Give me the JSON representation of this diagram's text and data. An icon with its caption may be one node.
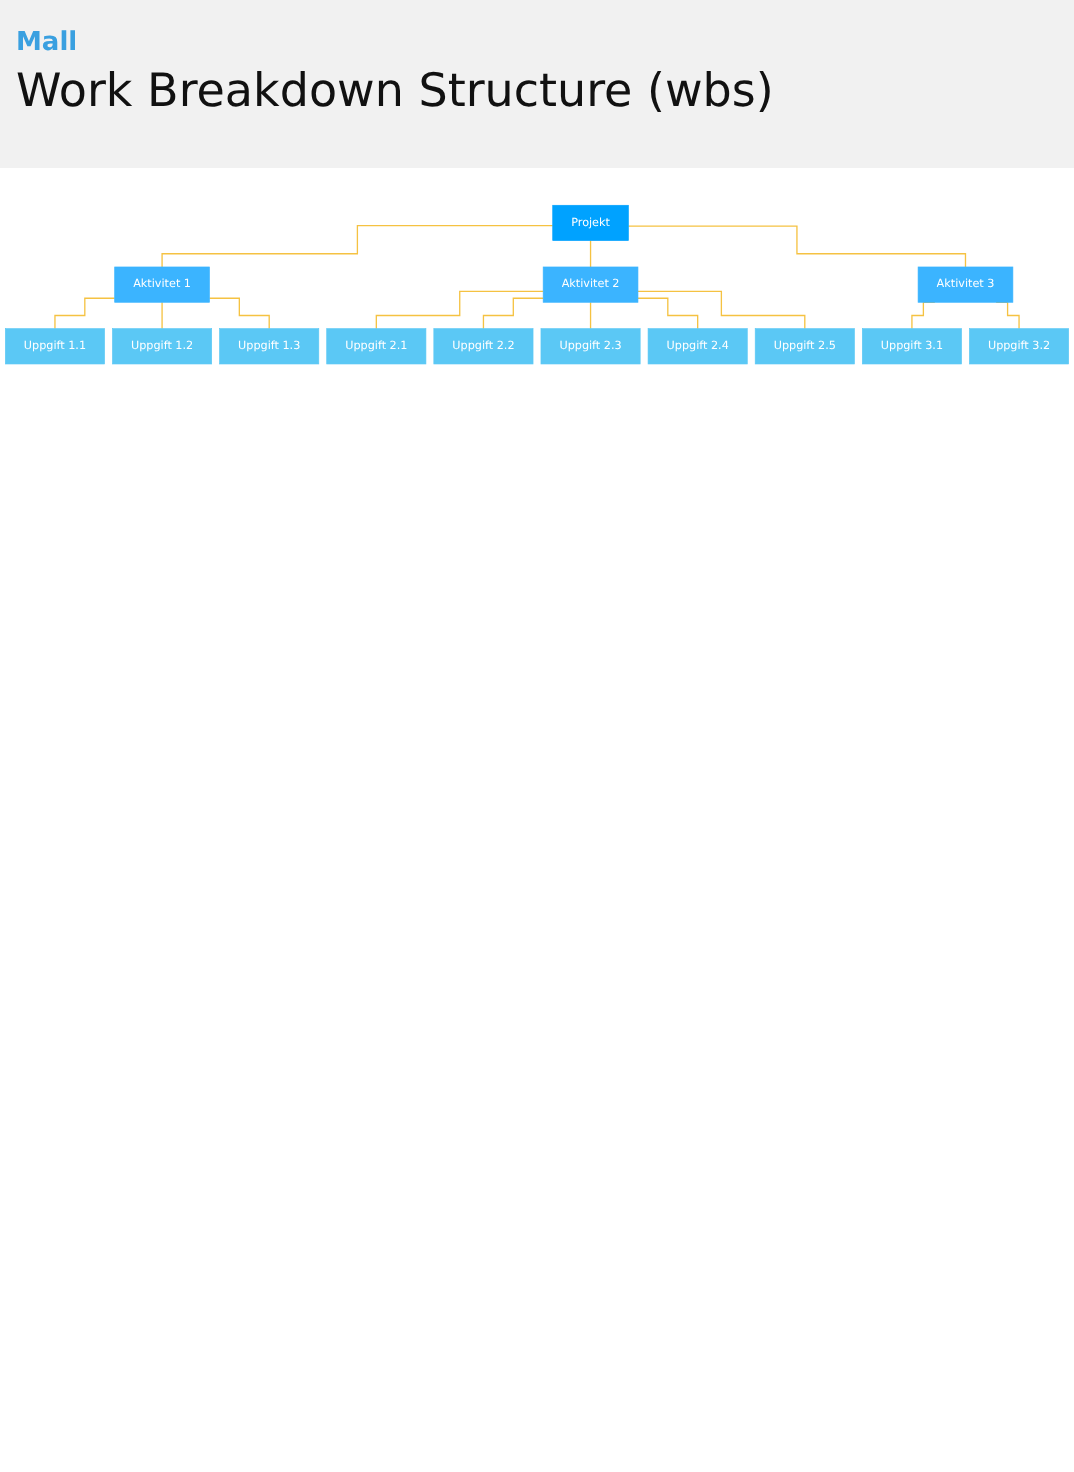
{
  "diagram": {
    "title": "Work Breakdown Structure (wbs)",
    "nodes": [
      {
        "text": [
          "Projekt"
        ]
      },
      {
        "text": [
          "Aktivitet 1"
        ]
      },
      {
        "text": [
          "Aktivitet 2"
        ]
      },
      {
        "text": [
          "Aktivitet 3"
        ]
      },
      {
        "text": [
          "Uppgift 1.1"
        ]
      },
      {
        "text": [
          "Uppgift 1.2"
        ]
      },
      {
        "text": [
          "Uppgift 1.3"
        ]
      },
      {
        "text": [
          "Uppgift 2.1"
        ]
      },
      {
        "text": [
          "Uppgift 2.2"
        ]
      },
      {
        "text": [
          "Uppgift 2.3"
        ]
      },
      {
        "text": [
          "Uppgift 2.4"
        ]
      },
      {
        "text": [
          "Uppgift 2.5"
        ]
      },
      {
        "text": [
          "Uppgift 3.1"
        ]
      },
      {
        "text": [
          "Uppgift 3.2"
        ]
      }
    ],
    "edges": [
      {
        "from": 0,
        "to": 1,
        "arrow": "none"
      },
      {
        "from": 0,
        "to": 2,
        "arrow": "none"
      },
      {
        "from": 0,
        "to": 3,
        "arrow": "none"
      },
      {
        "from": 1,
        "to": 4,
        "arrow": "none"
      },
      {
        "from": 1,
        "to": 5,
        "arrow": "none"
      },
      {
        "from": 1,
        "to": 6,
        "arrow": "none"
      },
      {
        "from": 2,
        "to": 7,
        "arrow": "none"
      },
      {
        "from": 2,
        "to": 8,
        "arrow": "none"
      },
      {
        "from": 2,
        "to": 9,
        "arrow": "none"
      },
      {
        "from": 2,
        "to": 10,
        "arrow": "none"
      },
      {
        "from": 2,
        "to": 11,
        "arrow": "none"
      },
      {
        "from": 3,
        "to": 12,
        "arrow": "none"
      },
      {
        "from": 3,
        "to": 13,
        "arrow": "none"
      }
    ],
    "labels": [
      "Mall"
    ]
  }
}
